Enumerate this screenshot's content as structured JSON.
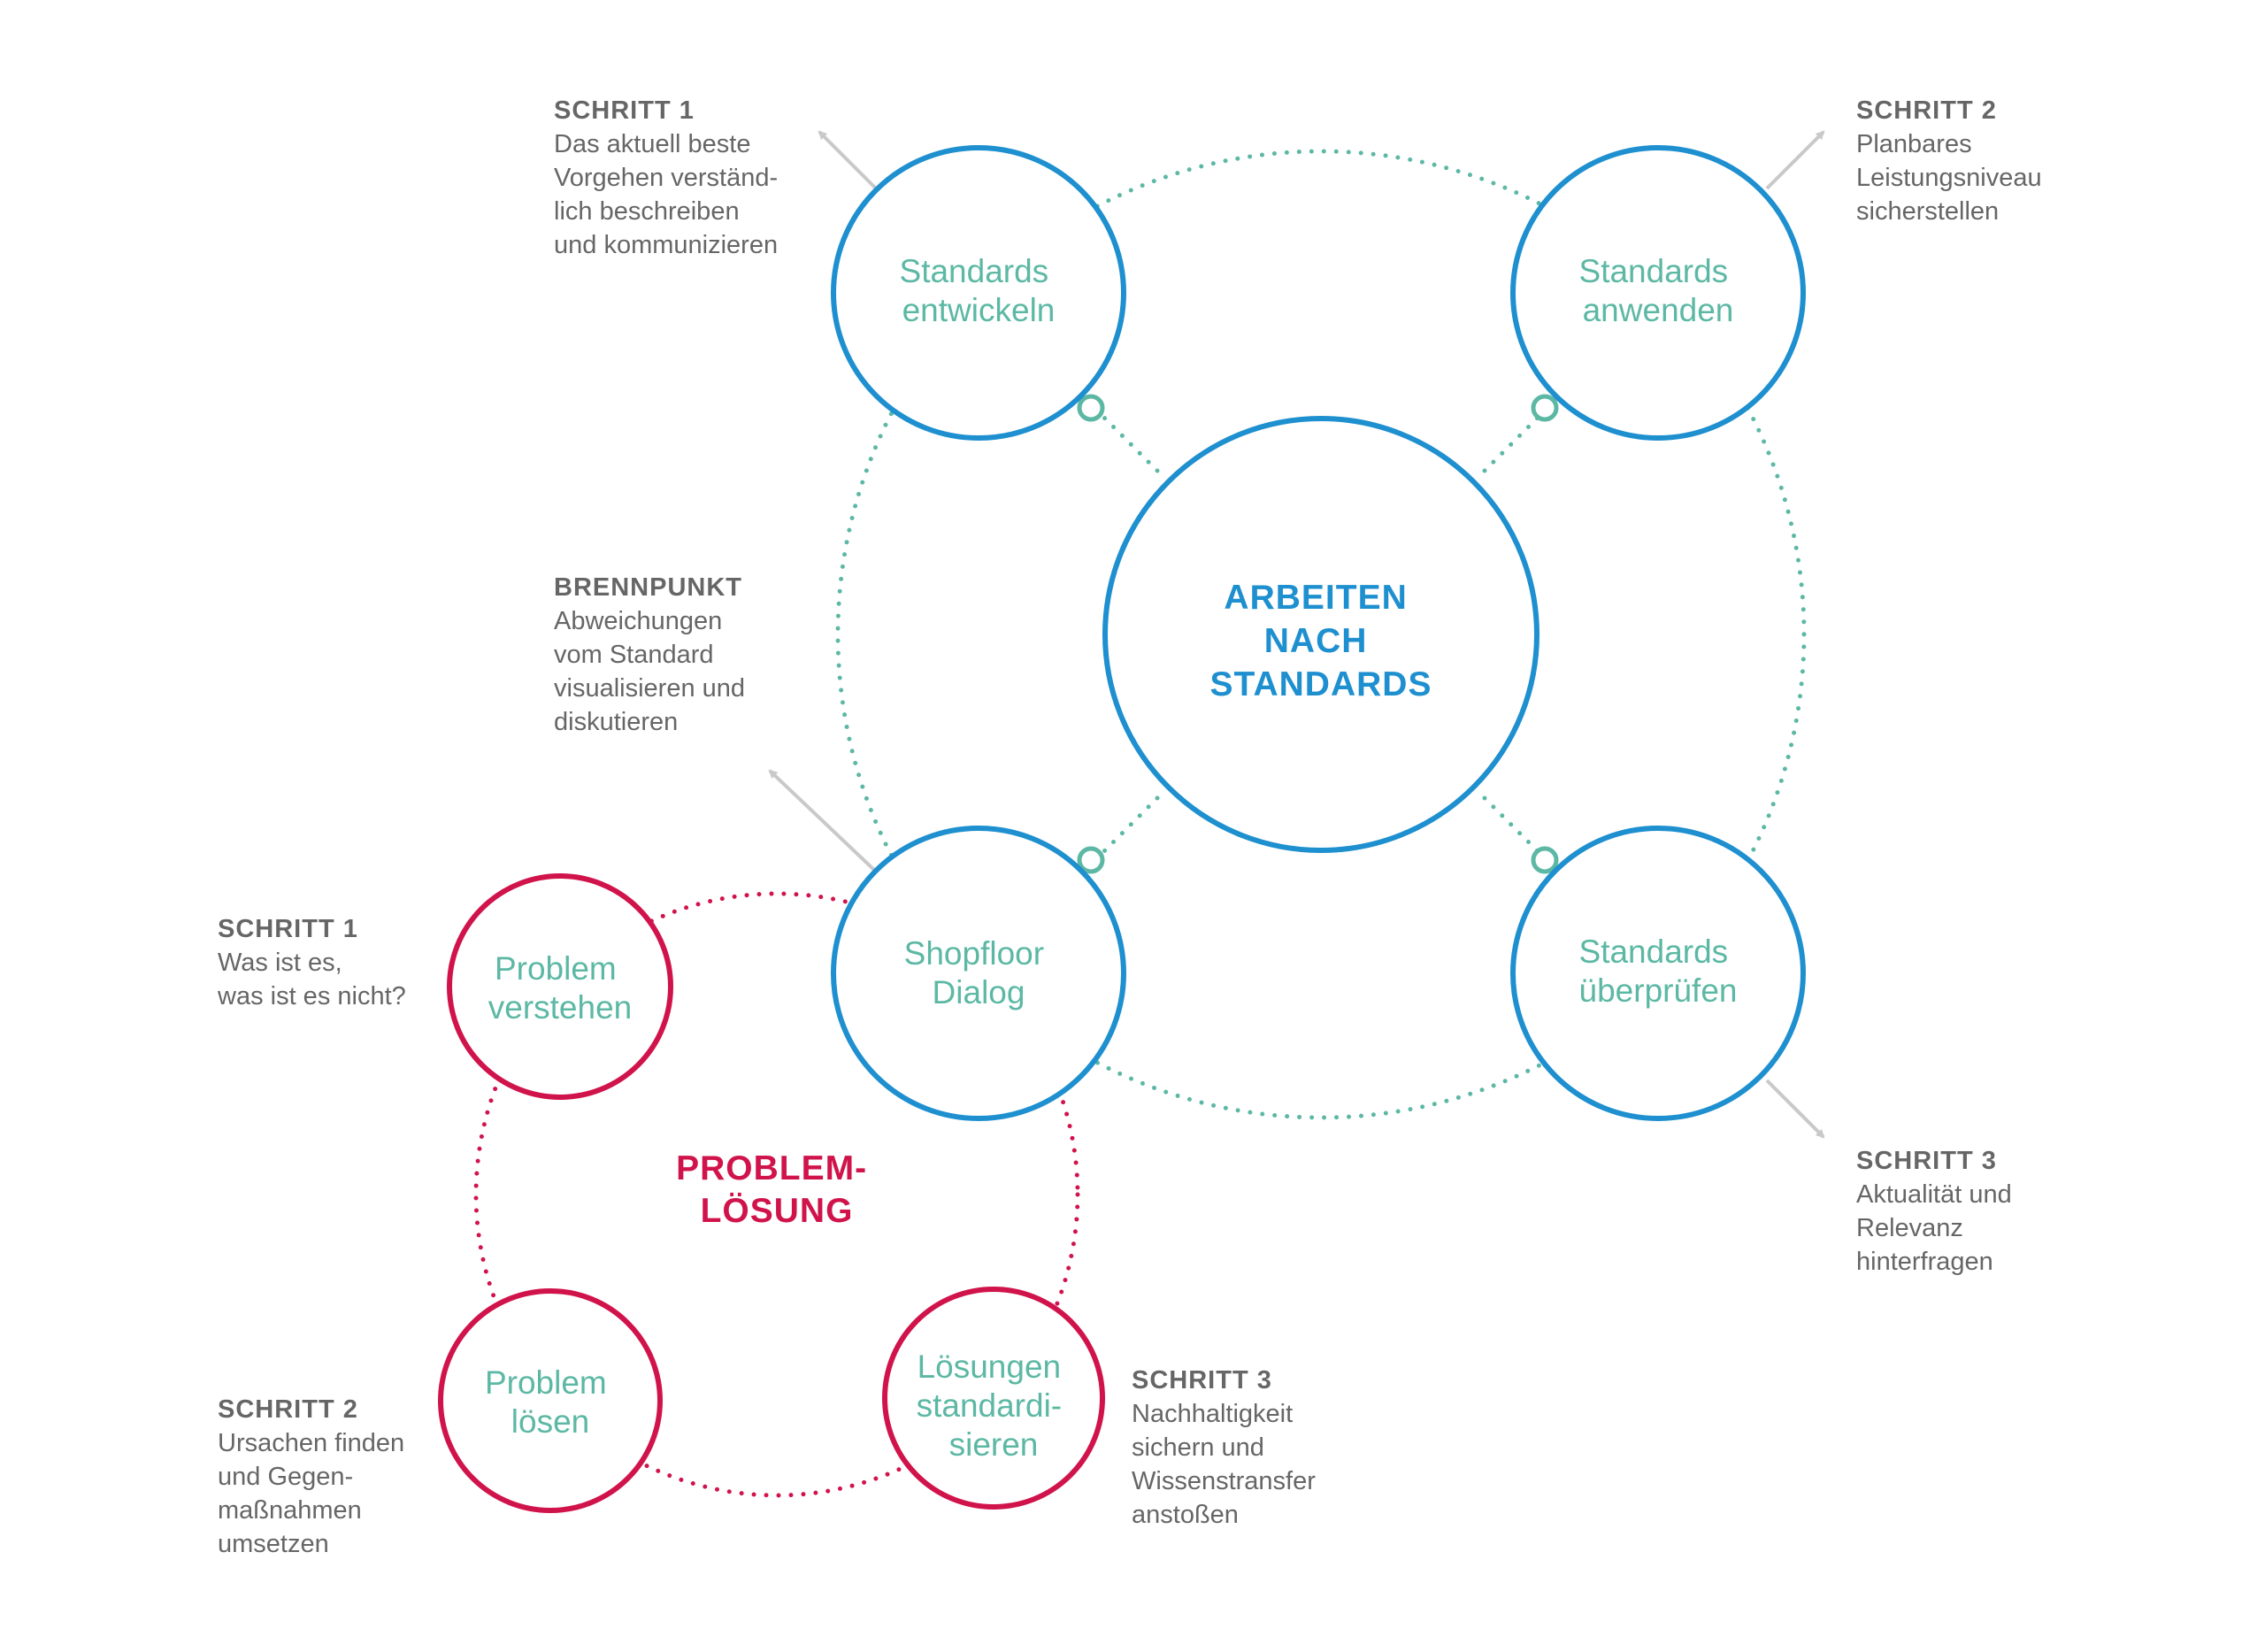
{
  "colors": {
    "blue": "#1e8fcf",
    "teal": "#5cb8a4",
    "red": "#d0144b",
    "gray_text": "#666666",
    "arrow_gray": "#c9c9c9"
  },
  "center": {
    "lines": [
      "ARBEITEN",
      "NACH",
      "STANDARDS"
    ]
  },
  "nodes": {
    "entwickeln": {
      "lines": [
        "Standards",
        "entwickeln"
      ]
    },
    "anwenden": {
      "lines": [
        "Standards",
        "anwenden"
      ]
    },
    "shopfloor": {
      "lines": [
        "Shopfloor",
        "Dialog"
      ]
    },
    "ueberpruefen": {
      "lines": [
        "Standards",
        "überprüfen"
      ]
    },
    "verstehen": {
      "lines": [
        "Problem",
        "verstehen"
      ]
    },
    "loesen": {
      "lines": [
        "Problem",
        "lösen"
      ]
    },
    "standardisieren": {
      "lines": [
        "Lösungen",
        "standardi-",
        "sieren"
      ]
    }
  },
  "problem_center": {
    "lines": [
      "PROBLEM-",
      "LÖSUNG"
    ]
  },
  "annotations": {
    "schritt1_std": {
      "heading": "SCHRITT 1",
      "lines": [
        "Das aktuell beste",
        "Vorgehen verständ-",
        "lich beschreiben",
        "und kommunizieren"
      ]
    },
    "schritt2_std": {
      "heading": "SCHRITT 2",
      "lines": [
        "Planbares",
        "Leistungsniveau",
        "sicherstellen"
      ]
    },
    "brennpunkt": {
      "heading": "BRENNPUNKT",
      "lines": [
        "Abweichungen",
        "vom Standard",
        "visualisieren und",
        "diskutieren"
      ]
    },
    "schritt3_std": {
      "heading": "SCHRITT 3",
      "lines": [
        "Aktualität und",
        "Relevanz",
        "hinterfragen"
      ]
    },
    "schritt1_prob": {
      "heading": "SCHRITT 1",
      "lines": [
        "Was ist es,",
        "was ist es nicht?"
      ]
    },
    "schritt2_prob": {
      "heading": "SCHRITT 2",
      "lines": [
        "Ursachen finden",
        "und Gegen-",
        "maßnahmen",
        "umsetzen"
      ]
    },
    "schritt3_prob": {
      "heading": "SCHRITT 3",
      "lines": [
        "Nachhaltigkeit",
        "sichern und",
        "Wissenstransfer",
        "anstoßen"
      ]
    }
  }
}
